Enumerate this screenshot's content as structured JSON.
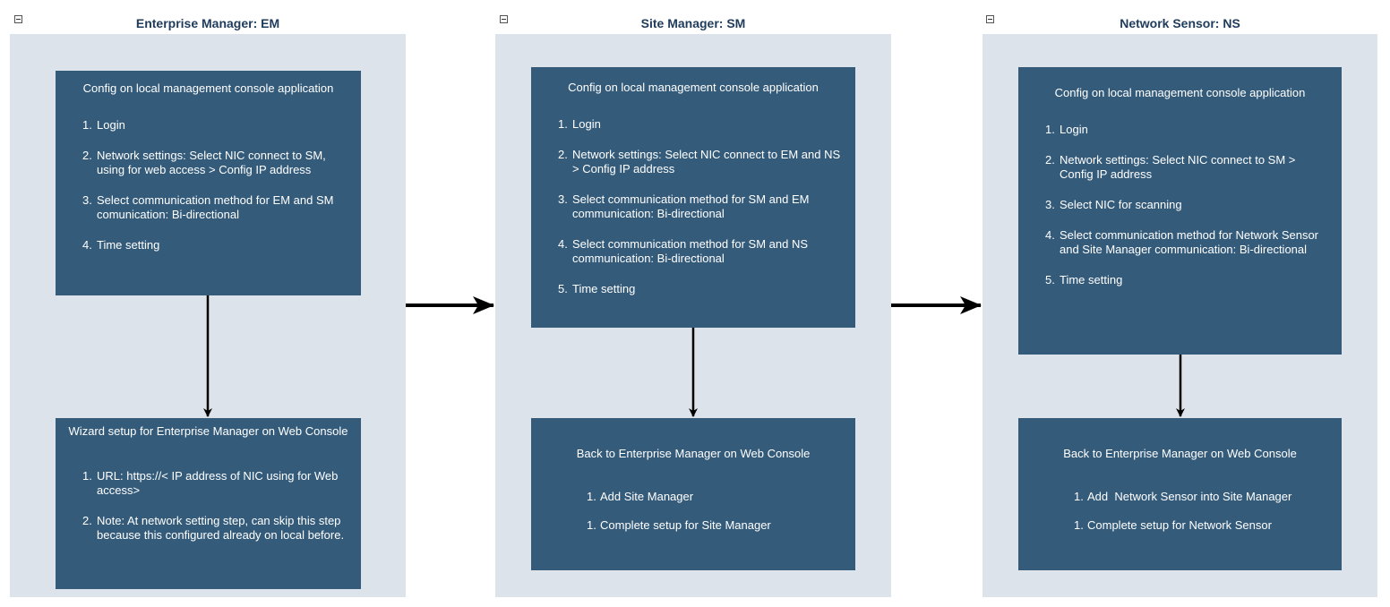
{
  "columns": [
    {
      "title": "Enterprise Manager: EM",
      "config_box": {
        "heading": "Config on local management console application",
        "steps": [
          {
            "num": "1.",
            "text": "Login"
          },
          {
            "num": "2.",
            "text": "Network settings: Select NIC connect to SM, using for web access > Config IP address"
          },
          {
            "num": "3.",
            "text": "Select communication method for EM and SM comunication: Bi-directional"
          },
          {
            "num": "4.",
            "text": "Time setting"
          }
        ]
      },
      "web_box": {
        "heading": "Wizard setup for Enterprise Manager on Web Console",
        "steps": [
          {
            "num": "1.",
            "text": "URL: https://< IP address of NIC using for Web access>"
          },
          {
            "num": "2.",
            "text": "Note: At network setting step, can skip this step because this configured already on local before."
          }
        ]
      }
    },
    {
      "title": "Site Manager: SM",
      "config_box": {
        "heading": "Config on local management console application",
        "steps": [
          {
            "num": "1.",
            "text": "Login"
          },
          {
            "num": "2.",
            "text": "Network settings: Select NIC connect to EM and NS > Config IP address"
          },
          {
            "num": "3.",
            "text": "Select communication method for SM and EM communication: Bi-directional"
          },
          {
            "num": "4.",
            "text": "Select communication method for SM and NS communication: Bi-directional"
          },
          {
            "num": "5.",
            "text": "Time setting"
          }
        ]
      },
      "web_box": {
        "heading": "Back to Enterprise Manager on Web Console",
        "steps": [
          {
            "num": "1.",
            "text": "Add Site Manager"
          },
          {
            "num": "1.",
            "text": "Complete setup for Site Manager"
          }
        ]
      }
    },
    {
      "title": "Network Sensor: NS",
      "config_box": {
        "heading": "Config on local management console application",
        "steps": [
          {
            "num": "1.",
            "text": "Login"
          },
          {
            "num": "2.",
            "text": "Network settings: Select NIC connect to SM > Config IP address"
          },
          {
            "num": "3.",
            "text": "Select NIC for scanning"
          },
          {
            "num": "4.",
            "text": "Select communication method for Network Sensor and Site Manager communication: Bi-directional"
          },
          {
            "num": "5.",
            "text": "Time setting"
          }
        ]
      },
      "web_box": {
        "heading": "Back to Enterprise Manager on Web Console",
        "steps": [
          {
            "num": "1.",
            "text": "Add  Network Sensor into Site Manager"
          },
          {
            "num": "1.",
            "text": "Complete setup for Network Sensor"
          }
        ]
      }
    }
  ],
  "colors": {
    "lane_bg": "#dce3ea",
    "box_bg": "#345b7a",
    "title_text": "#1f3b5c",
    "arrow": "#000000"
  }
}
